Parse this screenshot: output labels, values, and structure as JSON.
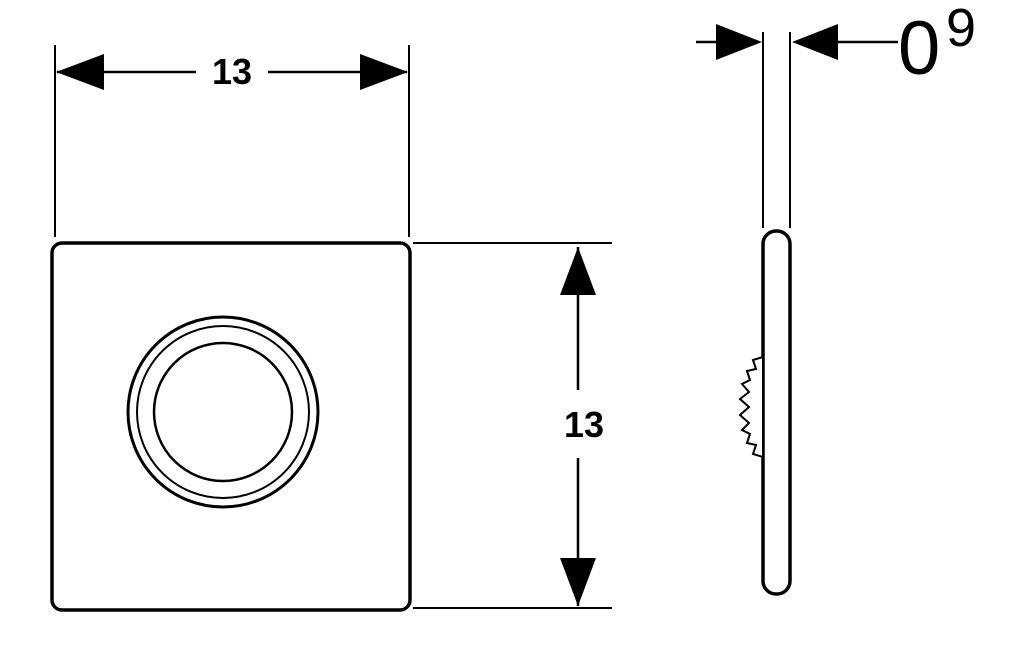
{
  "diagram": {
    "type": "technical-drawing",
    "subject": "flush-plate-with-round-button",
    "front_view": {
      "width_dim": "13",
      "height_dim": "13"
    },
    "side_view": {
      "thickness_dim_base": "0",
      "thickness_dim_sup": "9"
    },
    "colors": {
      "line": "#000000",
      "background": "#ffffff"
    }
  }
}
